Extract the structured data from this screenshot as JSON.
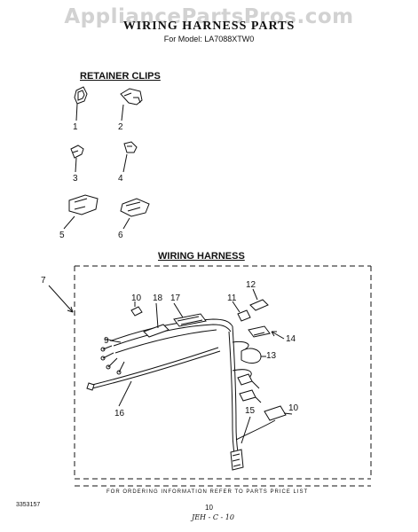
{
  "watermark": "AppliancePartsPros.com",
  "header": {
    "title": "WIRING HARNESS PARTS",
    "model": "For Model: LA7088XTW0"
  },
  "sections": {
    "retainer": "RETAINER CLIPS",
    "harness": "WIRING HARNESS"
  },
  "retainer_callouts": [
    "1",
    "2",
    "3",
    "4",
    "5",
    "6"
  ],
  "harness_callouts": [
    "7",
    "10",
    "18",
    "17",
    "11",
    "12",
    "9",
    "14",
    "13",
    "16",
    "15",
    "10"
  ],
  "footer": {
    "note": "FOR ORDERING INFORMATION REFER TO PARTS PRICE LIST",
    "part_number": "3353157",
    "page": "10",
    "handwritten": "JEH - C - 10"
  }
}
